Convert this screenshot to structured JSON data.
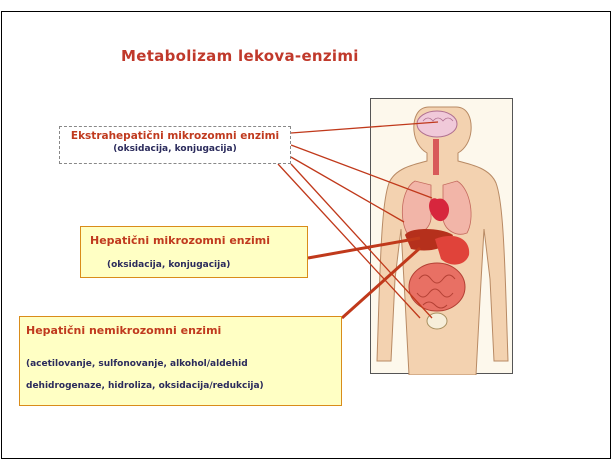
{
  "title": "Metabolizam lekova-enzimi",
  "boxes": {
    "extrahepatic": {
      "name": "Ekstrahepatični mikrozomni enzimi",
      "reactions": "(oksidacija, konjugacija)"
    },
    "hepatic_microsomal": {
      "name": "Hepatični mikrozomni enzimi",
      "reactions": "(oksidacija, konjugacija)"
    },
    "hepatic_nonmicrosomal": {
      "name": "Hepatični nemikrozomni enzimi",
      "reactions_line1": "(acetilovanje, sulfonovanje, alkohol/aldehid",
      "reactions_line2": "dehidrogenaze, hidroliza, oksidacija/redukcija)"
    }
  },
  "colors": {
    "title": "#c0392b",
    "box_text": "#c03a1e",
    "box_fill": "#ffffc4",
    "arrow": "#c0391b"
  },
  "figure": {
    "icon": "human-body-organs-illustration"
  }
}
